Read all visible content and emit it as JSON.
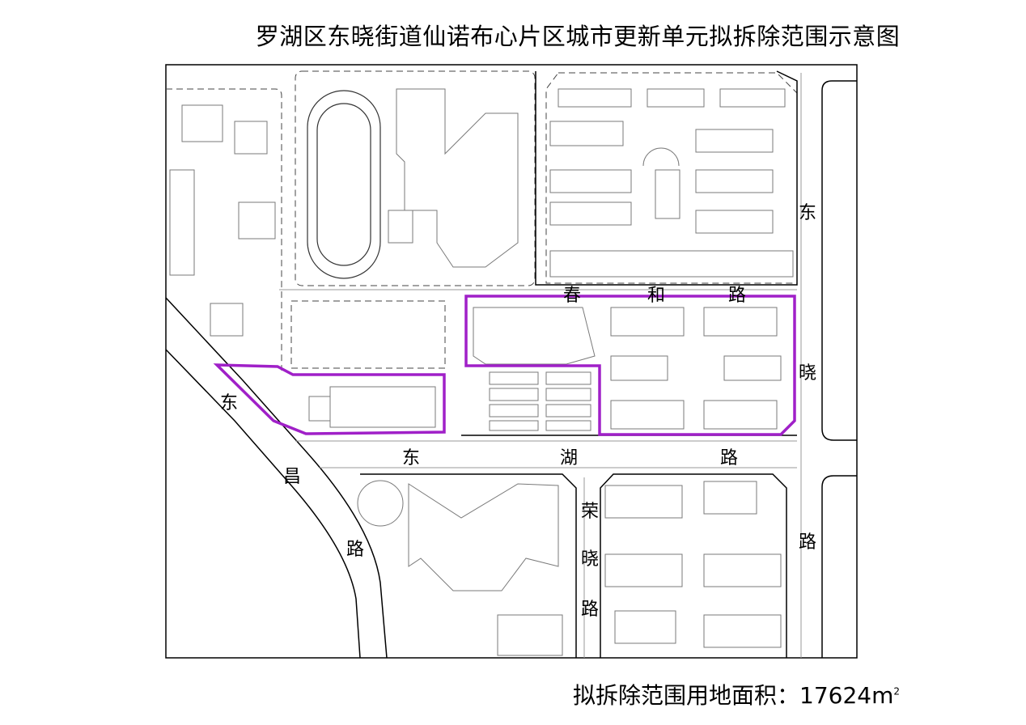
{
  "title": "罗湖区东晓街道仙诺布心片区城市更新单元拟拆除范围示意图",
  "footer": {
    "label": "拟拆除范围用地面积：",
    "value": "17624",
    "unit": "m",
    "unit_sup": "2"
  },
  "road_labels": {
    "chunhe": [
      "春",
      "和",
      "路"
    ],
    "dongxiao": [
      "东",
      "晓",
      "路"
    ],
    "donghu": [
      "东",
      "湖",
      "路"
    ],
    "dongchang": [
      "东",
      "昌",
      "路"
    ],
    "rongxiao": [
      "荣",
      "晓",
      "路"
    ]
  },
  "colors": {
    "boundary": "#a020c8",
    "road": "#000000",
    "building": "#7a7a7a",
    "dashed": "#333333"
  }
}
